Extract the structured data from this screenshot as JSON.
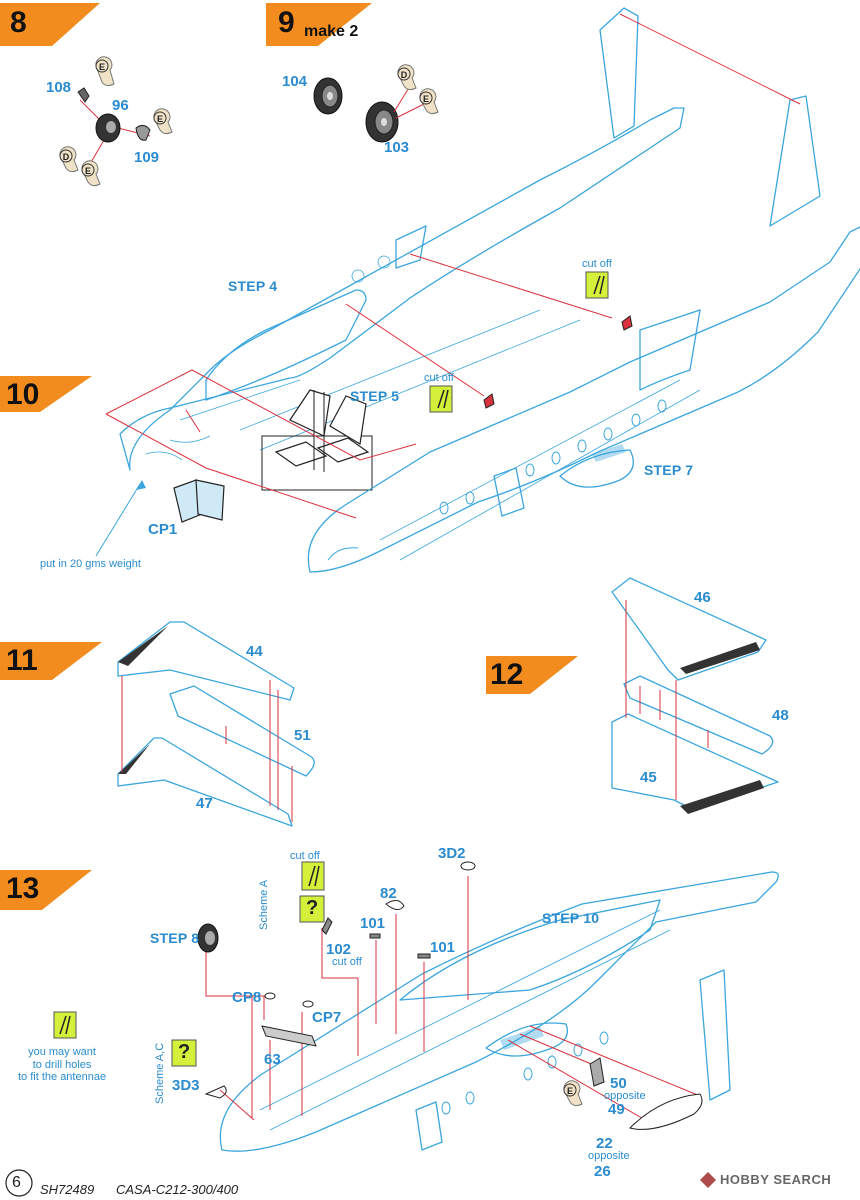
{
  "colors": {
    "outline": "#3aa6dd",
    "leader": "#d8323c",
    "label": "#2a8ccf",
    "banner": "#f28c1e",
    "marker": "#d4f03a",
    "decal": "#f0e2c6",
    "part_fill": "#333333"
  },
  "steps": [
    {
      "number": "8",
      "suffix": ""
    },
    {
      "number": "9",
      "suffix": "make 2"
    },
    {
      "number": "10",
      "suffix": ""
    },
    {
      "number": "11",
      "suffix": ""
    },
    {
      "number": "12",
      "suffix": ""
    },
    {
      "number": "13",
      "suffix": ""
    }
  ],
  "step_refs": [
    "STEP 4",
    "STEP 5",
    "STEP 7",
    "STEP 8",
    "STEP 10"
  ],
  "parts": {
    "s8": [
      "108",
      "96",
      "109"
    ],
    "s9": [
      "104",
      "103"
    ],
    "s10": [
      "CP1"
    ],
    "s11": [
      "44",
      "51",
      "47"
    ],
    "s12": [
      "46",
      "48",
      "45"
    ],
    "s13": [
      "3D2",
      "82",
      "101",
      "101",
      "102",
      "CP8",
      "CP7",
      "63",
      "3D3",
      "50",
      "49",
      "22",
      "26"
    ]
  },
  "notes": {
    "cut_off": "cut off",
    "weight": "put in 20 gms weight",
    "opposite": "opposite",
    "drill": "you may want\nto drill holes\nto fit the antennae",
    "scheme_a": "Scheme A",
    "scheme_ac": "Scheme A,C"
  },
  "badges": {
    "e": "E",
    "d": "D",
    "question": "?"
  },
  "footer": {
    "page": "6",
    "code": "SH72489",
    "model": "CASA-C212-300/400"
  },
  "watermark": "HOBBY SEARCH"
}
